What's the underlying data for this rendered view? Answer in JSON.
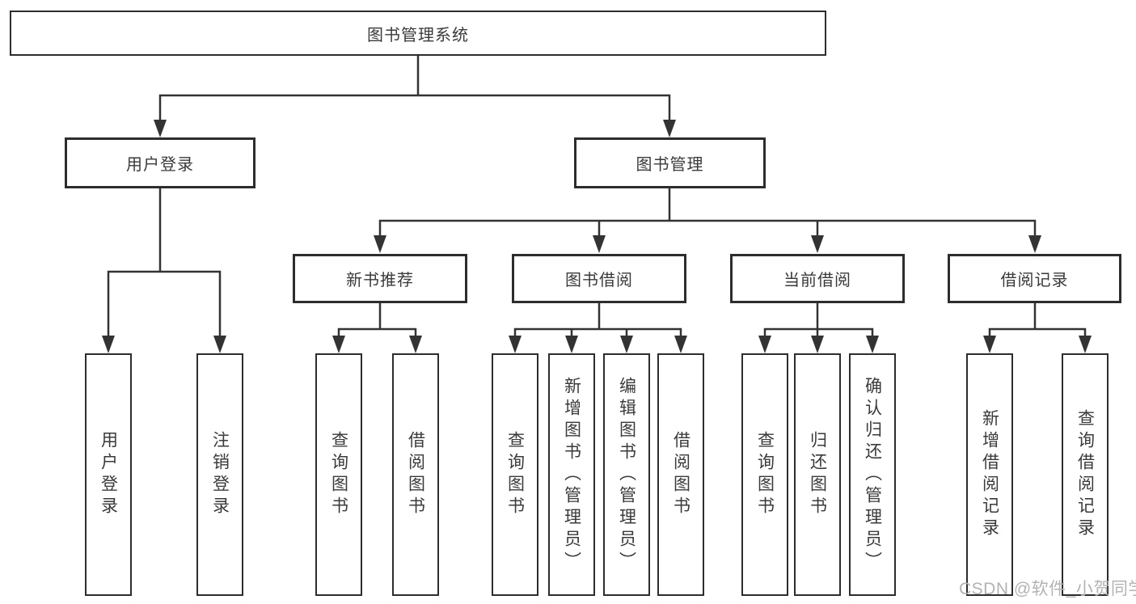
{
  "tree": {
    "label": "图书管理系统",
    "children": [
      {
        "label": "用户登录",
        "children": [
          {
            "label": "用户登录"
          },
          {
            "label": "注销登录"
          }
        ]
      },
      {
        "label": "图书管理",
        "children": [
          {
            "label": "新书推荐",
            "children": [
              {
                "label": "查询图书"
              },
              {
                "label": "借阅图书"
              }
            ]
          },
          {
            "label": "图书借阅",
            "children": [
              {
                "label": "查询图书"
              },
              {
                "label": "新增图书（管理员）"
              },
              {
                "label": "编辑图书（管理员）"
              },
              {
                "label": "借阅图书"
              }
            ]
          },
          {
            "label": "当前借阅",
            "children": [
              {
                "label": "查询图书"
              },
              {
                "label": "归还图书"
              },
              {
                "label": "确认归还（管理员）"
              }
            ]
          },
          {
            "label": "借阅记录",
            "children": [
              {
                "label": "新增借阅记录"
              },
              {
                "label": "查询借阅记录"
              }
            ]
          }
        ]
      }
    ]
  },
  "watermark": "CSDN @软件_小贺同学",
  "colors": {
    "line": "#333333",
    "box_border": "#2d2d2d",
    "text": "#3a3a3a",
    "background": "#ffffff",
    "watermark": "#b3b3b3"
  }
}
